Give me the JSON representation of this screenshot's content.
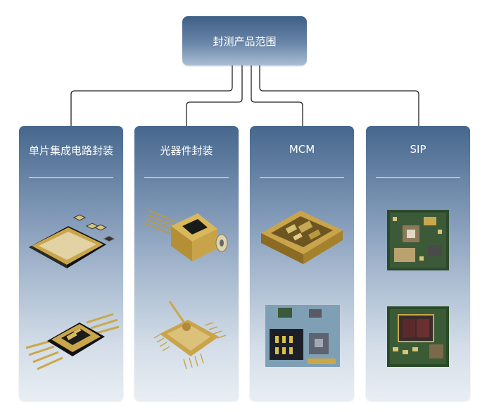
{
  "root": {
    "label": "封测产品范围"
  },
  "columns": [
    {
      "label": "单片集成电路封装",
      "images": [
        "ceramic-package-lid",
        "ceramic-package-leaded"
      ]
    },
    {
      "label": "光器件封装",
      "images": [
        "optical-butterfly-package",
        "optical-quad-flat-package"
      ]
    },
    {
      "label": "MCM",
      "images": [
        "mcm-gold-cavity",
        "mcm-die-photo"
      ]
    },
    {
      "label": "SIP",
      "images": [
        "sip-module-photo-1",
        "sip-module-photo-2"
      ]
    }
  ],
  "colors": {
    "box_top": "#46678d",
    "box_bottom": "#e8eef3",
    "connector": "#222222",
    "gold": "#c9a84c"
  }
}
